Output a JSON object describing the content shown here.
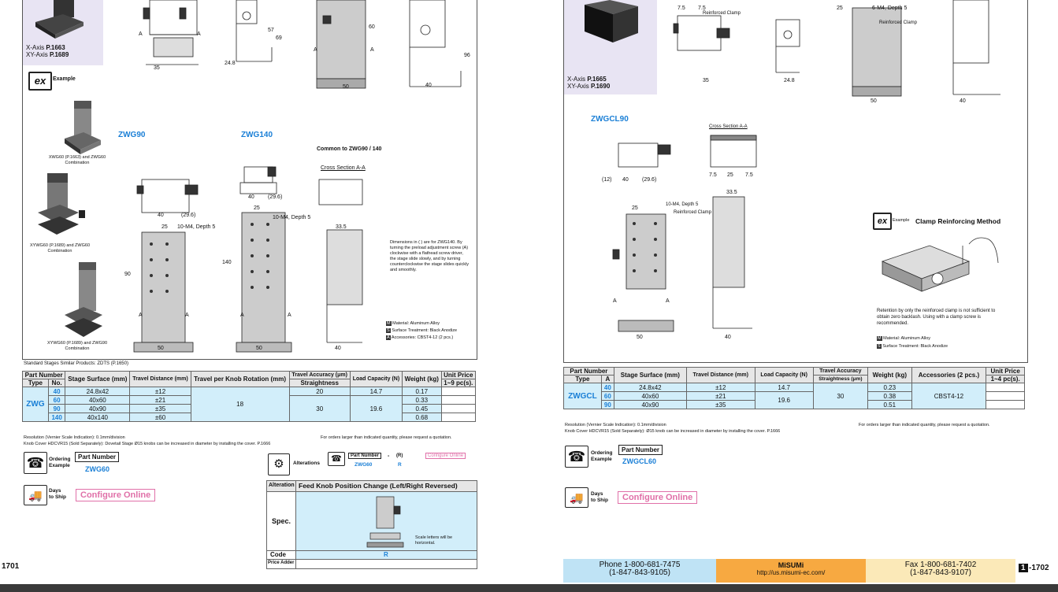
{
  "left": {
    "axis_refs": {
      "x_axis": "X-Axis",
      "x_page": "P.1663",
      "xy_axis": "XY-Axis",
      "xy_page": "P.1689"
    },
    "example_label": "Example",
    "combo1": "XWG60 (P.1663) and ZWG60 Combination",
    "combo2": "XYWG60 (P.1689) and ZWG60 Combination",
    "combo3": "XYWG60 (P.1689) and ZWG90 Combination",
    "model_a": "ZWG90",
    "model_b": "ZWG140",
    "common": "Common to ZWG90 / 140",
    "cross_section": "Cross Section A-A",
    "dim_note": "Dimensions in ( ) are for ZWG140. By turning the preload adjustment screw (A) clockwise with a flathead screw driver, the stage slide slowly, and by turning counterclockwise the stage slides quickly and smoothly.",
    "material": "Material: Aluminum Alloy",
    "surface": "Surface Treatment: Black Anodize",
    "accessories": "Accessories: CBST4-12 (2 pcs.)",
    "similar": "Standard Stages Similar Products: ZDTS (P.1650)",
    "table": {
      "h_part_number": "Part Number",
      "h_type": "Type",
      "h_no": "No.",
      "h_stage_surface": "Stage Surface (mm)",
      "h_travel_distance": "Travel Distance (mm)",
      "h_travel_per_knob": "Travel per Knob Rotation (mm)",
      "h_travel_accuracy": "Travel Accuracy (μm)",
      "h_straightness": "Straightness",
      "h_load_capacity": "Load Capacity (N)",
      "h_weight": "Weight (kg)",
      "h_unit_price": "Unit Price",
      "h_qty": "1~9 pc(s).",
      "type": "ZWG",
      "travel_per_knob": "18",
      "rows": [
        {
          "no": "40",
          "surface": "24.8x42",
          "travel": "±12",
          "straight": "20",
          "load": "14.7",
          "weight": "0.17"
        },
        {
          "no": "60",
          "surface": "40x60",
          "travel": "±21",
          "straight": "30",
          "load": "19.6",
          "weight": "0.33"
        },
        {
          "no": "90",
          "surface": "40x90",
          "travel": "±35",
          "straight": "",
          "load": "",
          "weight": "0.45"
        },
        {
          "no": "140",
          "surface": "40x140",
          "travel": "±60",
          "straight": "",
          "load": "",
          "weight": "0.68"
        }
      ]
    },
    "note_res": "Resolution (Vernier Scale Indication): 0.1mm/division",
    "note_knob": "Knob Cover HDCVR15 (Sold Separately): Dovetail Stage Ø15 knobs can be increased in diameter by installing the cover. P.1666",
    "note_qty": "For orders larger than indicated quantity, please request a quotation.",
    "ordering": "Ordering",
    "example": "Example",
    "part_number": "Part Number",
    "order_example": "ZWG60",
    "alterations": "Alterations",
    "alt_part_number": "Part Number",
    "alt_dash": "-",
    "alt_r": "(R)",
    "alt_example": "ZWG60",
    "alt_example_r": "R",
    "configure_small": "Configure Online",
    "days": "Days",
    "to_ship": "to Ship",
    "configure": "Configure Online",
    "alt_table": {
      "h_alteration": "Alteration",
      "h_title": "Feed Knob Position Change (Left/Right Reversed)",
      "spec": "Spec.",
      "scale_note": "Scale letters will be horizontal.",
      "code": "Code",
      "code_val": "R",
      "price_adder": "Price Adder"
    },
    "page_no": "1701"
  },
  "right": {
    "axis_refs": {
      "x_axis": "X-Axis",
      "x_page": "P.1665",
      "xy_axis": "XY-Axis",
      "xy_page": "P.1690"
    },
    "model": "ZWGCL90",
    "reinforced_clamp": "Reinforced Clamp",
    "m4": "6-M4, Depth 5",
    "m4b": "10-M4, Depth 5",
    "cross_section": "Cross Section A-A",
    "example_label": "Example",
    "clamp_title": "Clamp Reinforcing Method",
    "clamp_note": "Retention by only the reinforced clamp is not sufficient to obtain zero backlash. Using with a clamp screw is recommended.",
    "material": "Material: Aluminum Alloy",
    "surface": "Surface Treatment: Black Anodize",
    "table": {
      "h_part_number": "Part Number",
      "h_type": "Type",
      "h_a": "A",
      "h_stage_surface": "Stage Surface (mm)",
      "h_travel_distance": "Travel Distance (mm)",
      "h_load_capacity": "Load Capacity (N)",
      "h_travel_accuracy": "Travel Accuracy",
      "h_straightness": "Straightness (μm)",
      "h_weight": "Weight (kg)",
      "h_accessories": "Accessories (2 pcs.)",
      "h_unit_price": "Unit Price",
      "h_qty": "1~4 pc(s).",
      "type": "ZWGCL",
      "straight": "30",
      "accessory": "CBST4-12",
      "rows": [
        {
          "a": "40",
          "surface": "24.8x42",
          "travel": "±12",
          "load": "14.7",
          "weight": "0.23"
        },
        {
          "a": "60",
          "surface": "40x60",
          "travel": "±21",
          "load": "19.6",
          "weight": "0.38"
        },
        {
          "a": "90",
          "surface": "40x90",
          "travel": "±35",
          "load": "",
          "weight": "0.51"
        }
      ]
    },
    "note_res": "Resolution (Vernier Scale Indication): 0.1mm/division",
    "note_knob": "Knob Cover HDCVR15 (Sold Separately): Ø15 knob can be increased in diameter by installing the cover. P.1666",
    "note_qty": "For orders larger than indicated quantity, please request a quotation.",
    "ordering": "Ordering",
    "example": "Example",
    "part_number": "Part Number",
    "order_example": "ZWGCL60",
    "days": "Days",
    "to_ship": "to Ship",
    "configure": "Configure Online",
    "footer": {
      "phone": "Phone 1-800-681-7475",
      "phone2": "(1-847-843-9105)",
      "brand": "MiSUMi",
      "url": "http://us.misumi-ec.com/",
      "fax": "Fax 1-800-681-7402",
      "fax2": "(1-847-843-9107)"
    },
    "page_badge": "1",
    "page_no": "-1702"
  }
}
